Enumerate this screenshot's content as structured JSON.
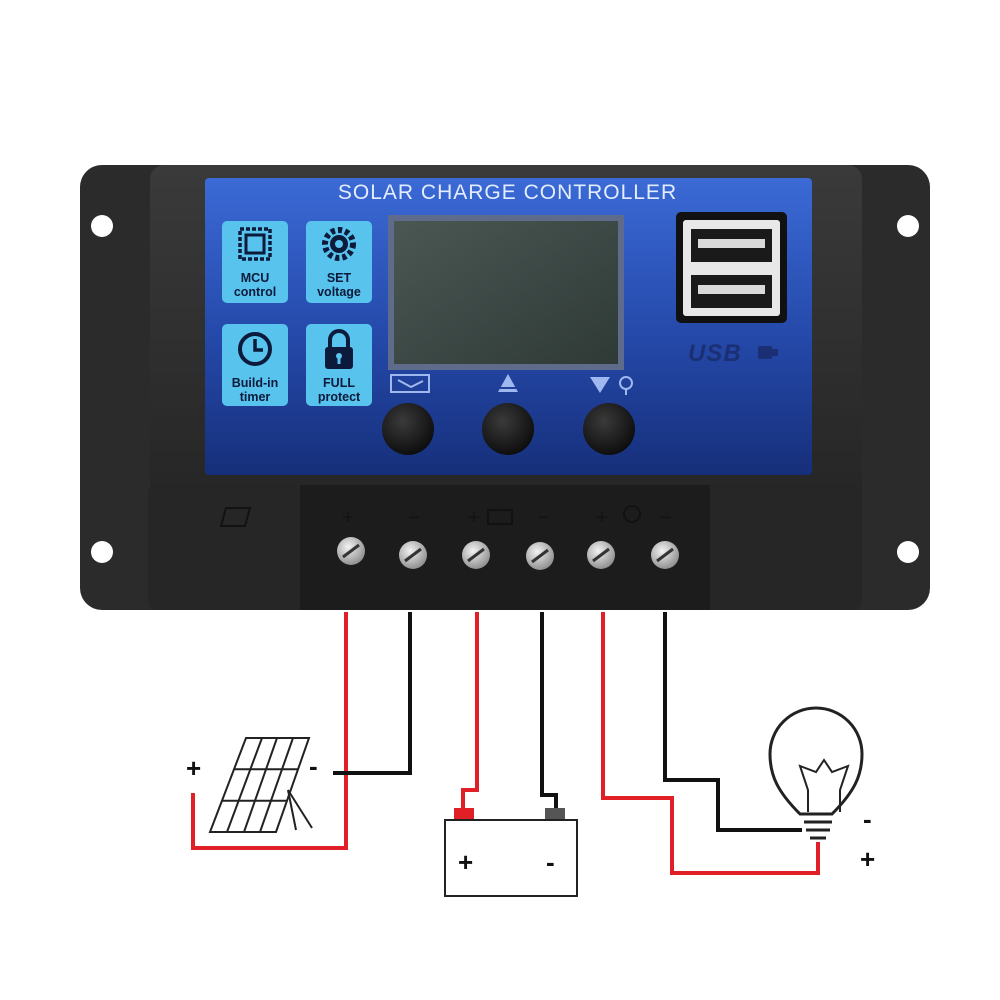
{
  "controller": {
    "title": "SOLAR CHARGE CONTROLLER",
    "features": [
      {
        "line1": "MCU",
        "line2": "control",
        "icon": "chip-icon"
      },
      {
        "line1": "SET",
        "line2": "voltage",
        "icon": "gear-icon"
      },
      {
        "line1": "Build-in",
        "line2": "timer",
        "icon": "clock-icon"
      },
      {
        "line1": "FULL",
        "line2": "protect",
        "icon": "padlock-icon"
      }
    ],
    "usb_label": "USB",
    "buttons": [
      {
        "icon": "menu-switch-icon"
      },
      {
        "icon": "up-arrow-icon"
      },
      {
        "icon": "down-arrow-bulb-icon"
      }
    ],
    "terminal_icons": [
      "solar-panel-icon",
      "battery-icon",
      "bulb-icon"
    ]
  },
  "wiring": {
    "solar": {
      "plus": "+",
      "minus": "-"
    },
    "battery": {
      "plus": "+",
      "minus": "-"
    },
    "load": {
      "minus": "-",
      "plus": "+"
    }
  },
  "colors": {
    "panel_blue": "#1f3f9c",
    "housing": "#2a2a2a",
    "positive_wire": "#e01f26",
    "negative_wire": "#111111"
  }
}
